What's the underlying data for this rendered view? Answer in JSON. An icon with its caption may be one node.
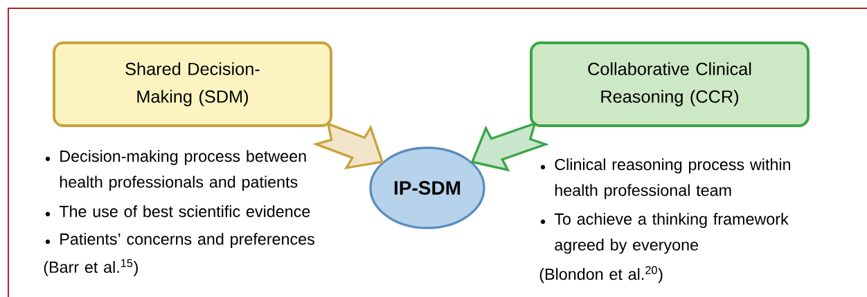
{
  "diagram": {
    "nodes": [
      {
        "text": [
          "Shared Decision-Making (SDM)"
        ]
      },
      {
        "text": [
          "Collaborative Clinical Reasoning (CCR)"
        ]
      },
      {
        "text": [
          "IP-SDM"
        ]
      }
    ],
    "edges": [
      {
        "from": 0,
        "to": 2,
        "arrow": "to",
        "color": "#c9a23c"
      },
      {
        "from": 1,
        "to": 2,
        "arrow": "to",
        "color": "#3aa546"
      }
    ],
    "labels": [
      "Decision-making process between health professionals and patients",
      "The use of best scientific evidence",
      "Patients’ concerns and preferences",
      "(Barr et al.$^{15}$)",
      "Clinical reasoning process within health professional team",
      "To achieve a thinking framework agreed by everyone",
      "(Blondon et al.$^{20}$)"
    ]
  }
}
